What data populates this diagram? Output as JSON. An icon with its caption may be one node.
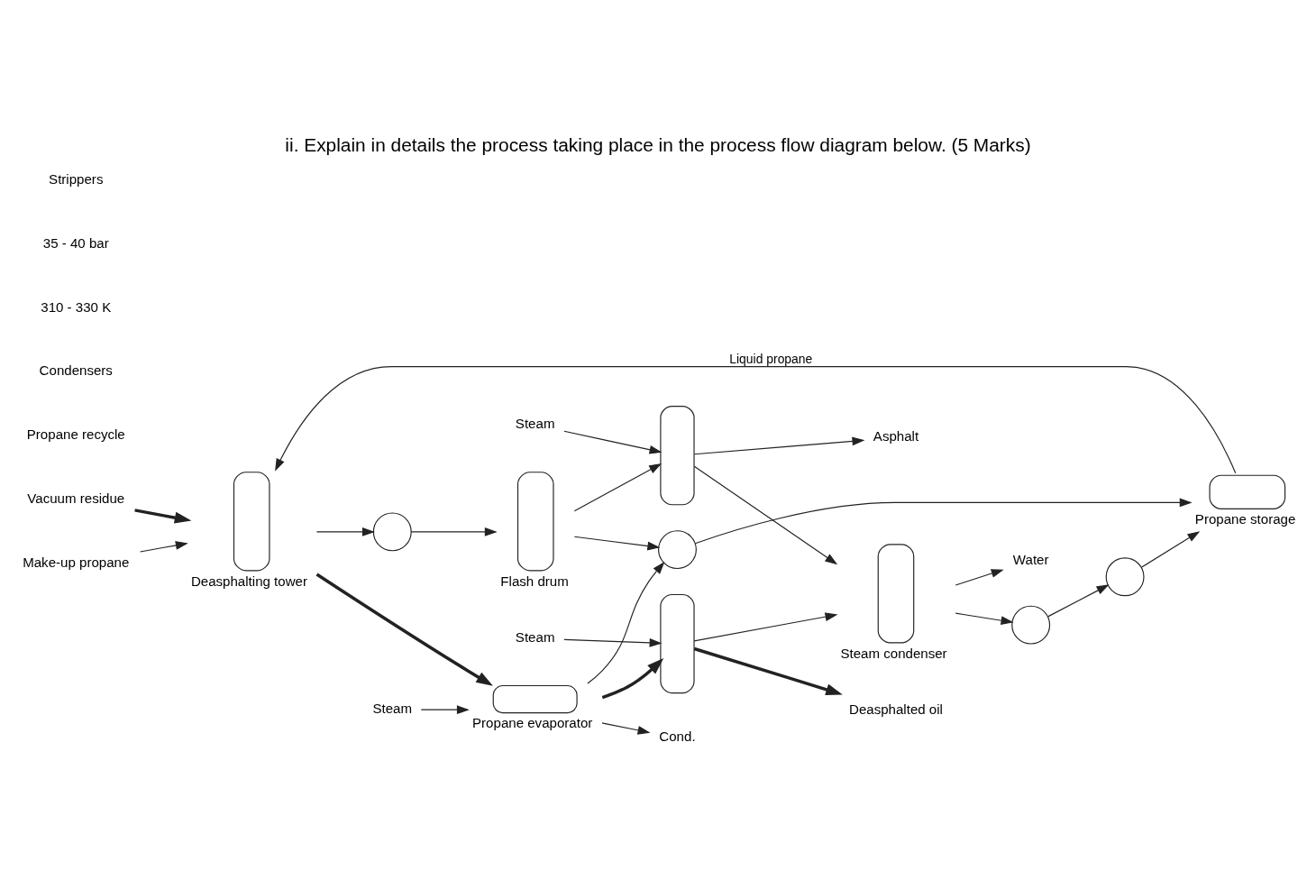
{
  "diagram": {
    "title": "ii. Explain in details the process taking place in the process flow diagram below. (5 Marks)",
    "nodes": [
      {
        "text": [
          "Vacuum residue"
        ]
      },
      {
        "text": [
          "Make-up propane"
        ]
      },
      {
        "text": [],
        "shape": "cylinder",
        "beside": [
          "Propane storage"
        ]
      },
      {
        "text": [],
        "shape": "column",
        "beside": [
          "Deasphalting tower"
        ]
      },
      {
        "text": [],
        "shape": "exchanger",
        "beside": [
          "Propane evaporator"
        ]
      },
      {
        "text": [
          "Steam"
        ]
      },
      {
        "text": [
          "Cond."
        ]
      },
      {
        "text": [],
        "shape": "circle"
      },
      {
        "text": [],
        "shape": "circle"
      },
      {
        "text": [],
        "shape": "circle"
      },
      {
        "text": [],
        "shape": "column",
        "beside": [
          "Steam condenser"
        ]
      },
      {
        "text": [
          "Water"
        ]
      },
      {
        "text": [],
        "shape": "circle"
      },
      {
        "text": [],
        "shape": "column",
        "beside": [
          "Flash drum"
        ]
      },
      {
        "text": [],
        "shape": "column"
      },
      {
        "text": [],
        "shape": "column"
      },
      {
        "text": [
          "Steam"
        ]
      },
      {
        "text": [
          "Deasphalted oil"
        ]
      },
      {
        "text": [
          "Steam"
        ]
      },
      {
        "text": [
          "Asphalt"
        ]
      }
    ],
    "edges": [
      {
        "from": 0,
        "to": 3,
        "arrow": "to",
        "style": "thick"
      },
      {
        "from": 1,
        "to": 3,
        "arrow": "to"
      },
      {
        "from": 2,
        "to": 3,
        "arrow": "to",
        "label": "Liquid propane"
      },
      {
        "from": 3,
        "to": 4,
        "arrow": "to",
        "style": "thick"
      },
      {
        "from": 5,
        "to": 4,
        "arrow": "to"
      },
      {
        "from": 4,
        "to": 6,
        "arrow": "to"
      },
      {
        "from": 4,
        "to": 8,
        "arrow": "to"
      },
      {
        "from": 13,
        "to": 8,
        "arrow": "to"
      },
      {
        "from": 8,
        "to": 2,
        "arrow": "to"
      },
      {
        "from": 4,
        "to": 15,
        "arrow": "to",
        "style": "thick"
      },
      {
        "from": 3,
        "to": 12,
        "arrow": "to"
      },
      {
        "from": 12,
        "to": 13,
        "arrow": "to"
      },
      {
        "from": 13,
        "to": 14,
        "arrow": "to"
      },
      {
        "from": 14,
        "to": 10,
        "arrow": "to"
      },
      {
        "from": 15,
        "to": 10,
        "arrow": "to"
      },
      {
        "from": 10,
        "to": 9,
        "arrow": "to"
      },
      {
        "from": 9,
        "to": 7,
        "arrow": "to"
      },
      {
        "from": 7,
        "to": 2,
        "arrow": "to"
      },
      {
        "from": 10,
        "to": 11,
        "arrow": "to"
      },
      {
        "from": 16,
        "to": 15,
        "arrow": "to"
      },
      {
        "from": 15,
        "to": 17,
        "arrow": "to",
        "style": "thick"
      },
      {
        "from": 18,
        "to": 14,
        "arrow": "to"
      },
      {
        "from": 14,
        "to": 19,
        "arrow": "to"
      }
    ],
    "labels": [
      "Propane recycle",
      "Condensers",
      "310 - 330 K",
      "35 - 40 bar",
      "Strippers"
    ]
  }
}
